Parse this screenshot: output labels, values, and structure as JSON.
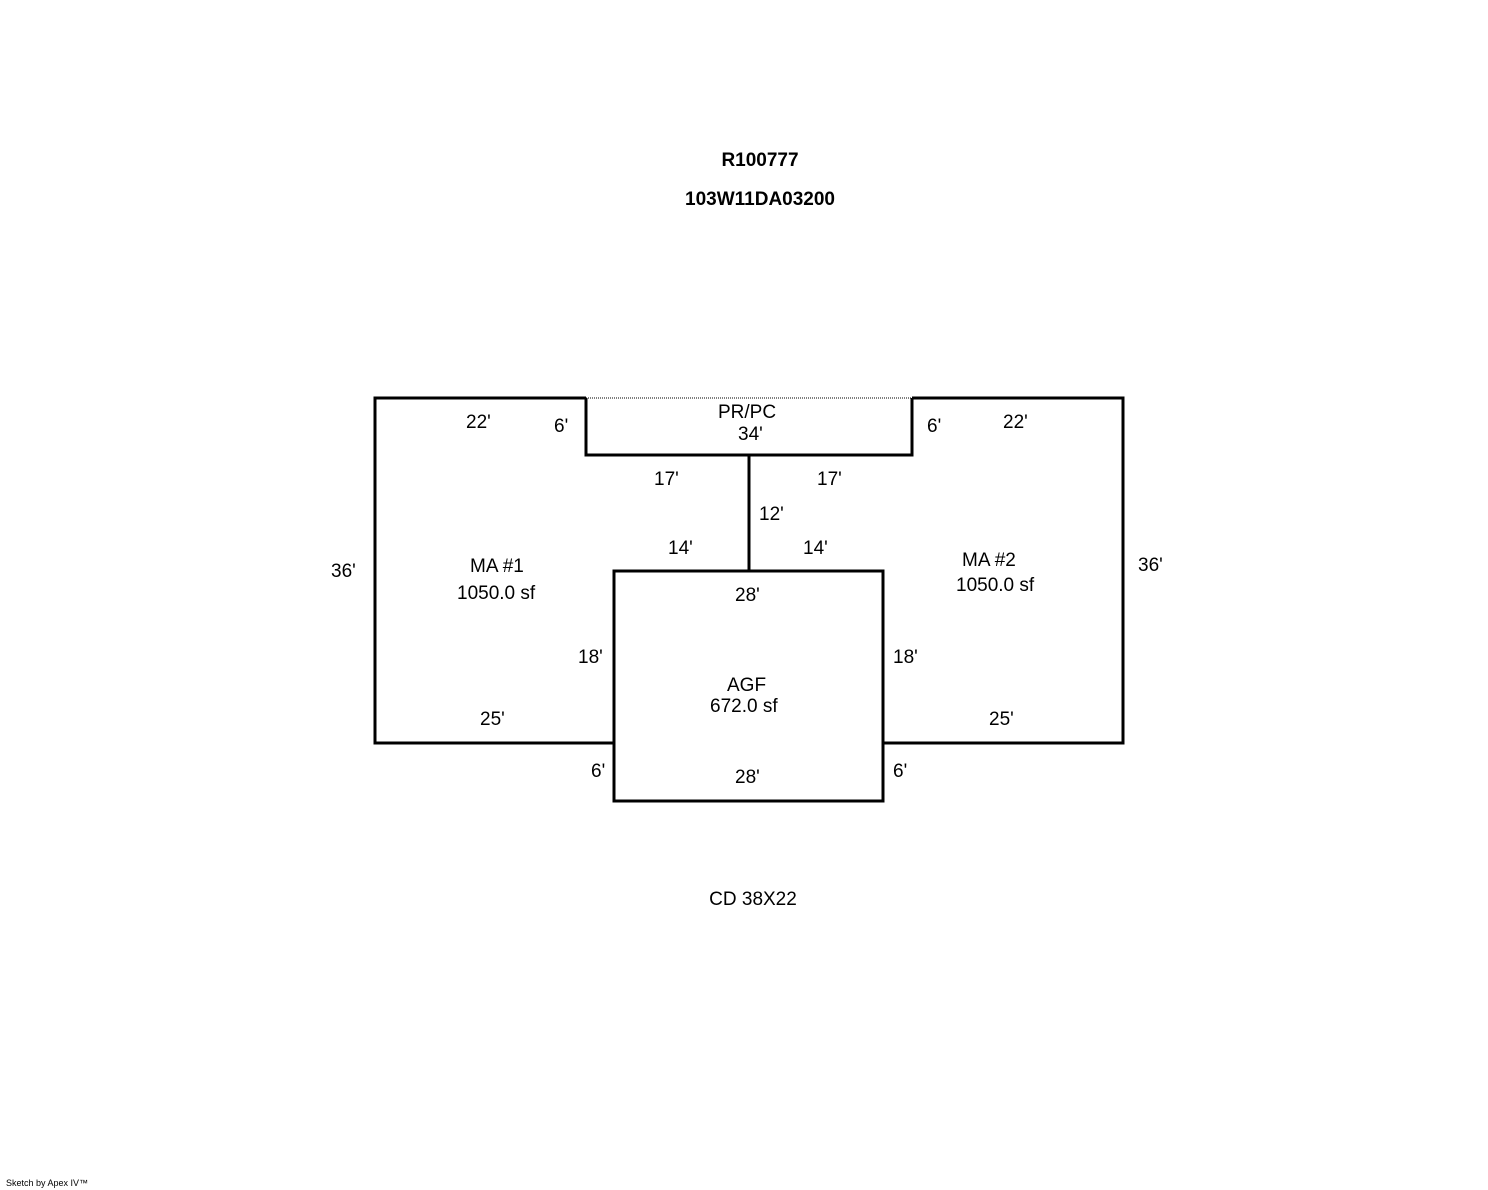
{
  "header": {
    "parcel_id": "R100777",
    "map_number": "103W11DA03200"
  },
  "areas": {
    "ma1": {
      "label": "MA #1",
      "area": "1050.0 sf"
    },
    "ma2": {
      "label": "MA #2",
      "area": "1050.0 sf"
    },
    "agf": {
      "label": "AGF",
      "area": "672.0 sf"
    },
    "porch": {
      "label": "PR/PC",
      "dimension": "34'"
    }
  },
  "dimensions": {
    "ma1_top": "22'",
    "ma1_porch_side": "6'",
    "ma2_top": "22'",
    "ma2_porch_side": "6'",
    "center_left_upper": "17'",
    "center_right_upper": "17'",
    "center_vertical": "12'",
    "center_left_lower": "14'",
    "center_right_lower": "14'",
    "ma1_left": "36'",
    "ma2_right": "36'",
    "agf_top": "28'",
    "agf_left": "18'",
    "agf_right": "18'",
    "ma1_bottom": "25'",
    "ma2_bottom": "25'",
    "agf_bottom_left": "6'",
    "agf_bottom_right": "6'",
    "agf_bottom": "28'"
  },
  "notes": {
    "detached": "CD 38X22"
  },
  "footer": {
    "credit": "Sketch by Apex IV™"
  },
  "colors": {
    "line": "#000000",
    "background": "#ffffff"
  }
}
